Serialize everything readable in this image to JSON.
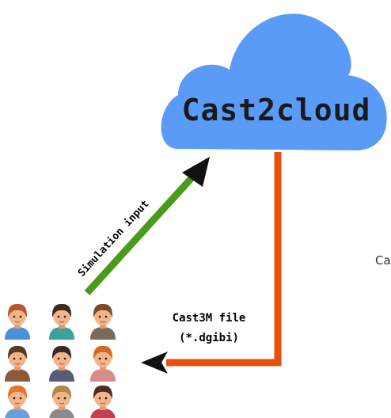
{
  "cloud": {
    "label": "Cast2cloud",
    "fill_color": "#5b9bf8",
    "text_color": "#1a1a1a"
  },
  "input_arrow": {
    "label": "Simulation input",
    "color": "#4a9a1c"
  },
  "output_arrow": {
    "label_line1": "Cast3M file",
    "label_line2": "(*.dgibi)",
    "color": "#e8500e"
  },
  "side_text": "Ca",
  "users": {
    "icon": "user-avatar-icon",
    "count": 9,
    "skin_color": "#f2b48a",
    "hair_colors": [
      "#b5562b",
      "#3a2a22",
      "#7a4a2a",
      "#5a3a22",
      "#3a2a22",
      "#d2691e",
      "#e8762a",
      "#b08a48",
      "#4a3022"
    ]
  }
}
